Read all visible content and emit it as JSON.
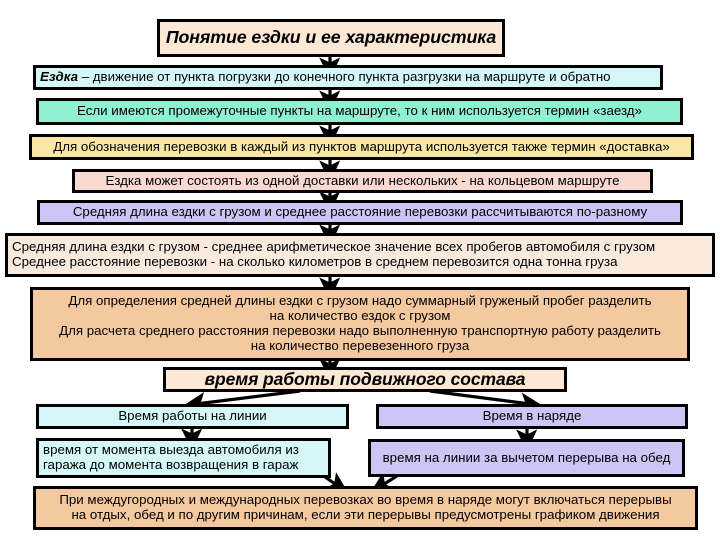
{
  "diagram": {
    "type": "flowchart",
    "title": "Понятие ездки и ее характеристика",
    "colors": {
      "title_fill": "#fce8d5",
      "cyan_light": "#d6f7f7",
      "cyan_strong": "#8ff0d2",
      "yellow": "#f9e7a6",
      "pink": "#fad9d0",
      "lavender": "#cdc6f4",
      "cream": "#faeade",
      "orange": "#f5c9a0",
      "border": "#000000"
    },
    "nodes": {
      "title": {
        "text": "Понятие ездки и ее характеристика"
      },
      "ezdka_def": {
        "lead": "Ездка",
        "text": " – движение от пункта погрузки до конечного пункта разгрузки на маршруте и обратно"
      },
      "zaezd": {
        "text": "Если имеются промежуточные пункты на маршруте, то к ним используется термин «заезд»"
      },
      "dostavka": {
        "text": "Для обозначения перевозки в каждый из пунктов маршрута используется также термин «доставка»"
      },
      "koltsevoy": {
        "text": "Ездка может состоять из одной доставки или нескольких - на кольцевом маршруте"
      },
      "po_raznomu": {
        "text": "Средняя длина ездки с грузом и среднее расстояние перевозки рассчитываются по-разному"
      },
      "definitions": {
        "line1": "Средняя длина ездки с грузом - среднее арифметическое значение всех пробегов автомобиля с грузом",
        "line2": "Среднее расстояние перевозки - на сколько километров в среднем перевозится одна тонна груза"
      },
      "formulas": {
        "line1": "Для определения средней длины ездки с грузом надо суммарный груженый пробег разделить",
        "line2": "на количество ездок с грузом",
        "line3": "Для расчета среднего расстояния перевозки надо выполненную транспортную работу разделить",
        "line4": "на количество перевезенного груза"
      },
      "vremya_raboty": {
        "text": "время работы подвижного состава"
      },
      "vremya_na_linii": {
        "text": "Время работы на линии"
      },
      "vremya_v_naryade": {
        "text": "Время в наряде"
      },
      "garage_def": {
        "line1": "время от момента выезда автомобиля из",
        "line2": "гаража до момента возвращения в гараж"
      },
      "obed_def": {
        "text": "время на линии за вычетом перерыва на обед"
      },
      "mezhdugorod": {
        "line1": "При междугородных и международных перевозках во время в наряде могут включаться перерывы",
        "line2": "на отдых, обед и по другим причинам, если эти перерывы предусмотрены графиком движения"
      }
    }
  }
}
